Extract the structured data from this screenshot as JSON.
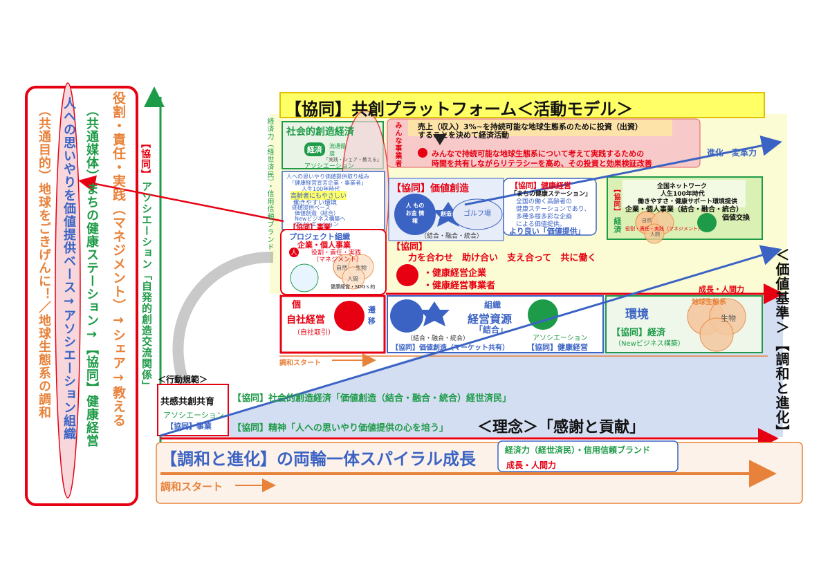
{
  "colors": {
    "red": "#e60012",
    "green": "#1e9b48",
    "blue": "#3b63c4",
    "orange": "#e8823a",
    "yellow": "#ffff66",
    "navy": "#1b2a6b"
  },
  "left_panel": {
    "col1": "（共通目的）地球をごきげんに！／地球生態系の調和",
    "col2": "人への思いやりを価値提供ベース→アソシエーション組織",
    "col3": "（共通媒体）まちの健康ステーション→【協同】健康経営",
    "col4": "役割・責任・実践（マネジメント）→シェア→教える"
  },
  "vertical_axis": {
    "label_a": "【協同】",
    "label_b": "アソシエーション「自発的創造交流関係」"
  },
  "title": "【協同】共創プラットフォーム＜活動モデル＞",
  "side_label": "経済力（経世済民）・信用信頼ブランド",
  "top_section": {
    "social_economy": "社会的創造経済",
    "keizai_star": "経済",
    "circulation": "流通循環",
    "share_teach": "「実践・シェア・教える」",
    "association": "アソシエーション",
    "everyone_label": "みんな事業者",
    "sales_line1": "売上（収入）3%~を持続可能な地球生態系のために投資（出資）",
    "sales_line2": "することを決めて経済活動",
    "everyone_line1": "みんなで持続可能な地球生態系について考えて実践するための",
    "everyone_line2": "時間を共有しながらリテラシーを高め、その投資と効果検証改善"
  },
  "mid_section": {
    "project_line1": "人への思いやり価値提供取り組み",
    "project_line2": "「健康経営宣言企業・事業者」",
    "project_line3": "人生100年時代",
    "project_line4": "高齢者にもやさしい",
    "project_line5": "働きやすい環境",
    "project_line6": "価値提供ベース",
    "project_line7": "価値創造（結合）",
    "project_line8": "Newビジネス構築へ",
    "project_line9": "アソシエーション",
    "project_tag": "【協同】事業",
    "value_creation": "【協同】価値創造",
    "hito_circle": "人 もの お金 情報",
    "souzou": "創造",
    "golf": "ゴルフ場",
    "musubi": "（結合・融合・統合）",
    "health_title": "【協同】健康経営",
    "station_quote": "「まちの健康ステーション」",
    "health_line1": "全国の働く高齢者の",
    "health_line2": "健康ステーションであり、",
    "health_line3": "多種多様多彩な企画",
    "health_line4": "による価値提供。",
    "better_value": "より良い「価値提供」",
    "progress_label": "進化・変革力",
    "network_line1": "全国ネットワーク",
    "network_line2": "人生100年時代",
    "network_line3": "働きやすさ・健康サポート環境提供",
    "kyodo_vert": "【協同】",
    "keizai_vert": "経済",
    "company_biz": "企業・個人事業（結合・融合・統合）",
    "value_exchange": "価値交換",
    "mgmt_small": "役割・責任・実践（マネジメント）",
    "jinkan": "人間",
    "shizen": "自然"
  },
  "org_section": {
    "project_org": "プロジェクト組織",
    "company_indiv": "企業・個人事業",
    "role_line": "役割・責任・実践",
    "mgmt": "（マネジメント）",
    "hito": "人",
    "sdgs": "健康経営・SDGｓ的",
    "shizen": "自然",
    "seibutsu": "生物",
    "jinkan": "人間",
    "cooperate_title": "【協同】",
    "cooperate_text": "力を合わせ　助け合い　支え合って　共に働く",
    "health_corp": "・健康経営企業",
    "health_biz": "・健康経営事業者",
    "growth_label": "成長・人間力"
  },
  "bottom_section": {
    "ko": "個",
    "self_mgmt": "自社経営",
    "self_trade": "（自社取引）",
    "transition": "遷移",
    "soshiki": "組織",
    "resources": "経営資源",
    "ketsugo": "「結合」",
    "musubi": "（結合・融合・統合）",
    "market_line": "【協同】価値創造（マーケット共有）",
    "association": "アソシエーション",
    "health_mgmt": "【協同】健康経営",
    "kankyo": "環境",
    "eco_system": "地球生態系",
    "kyodo_keizai": "【協同】経済",
    "new_biz": "（Newビジネス構築）",
    "seibutsu": "生物",
    "harmony_start": "調和スタート"
  },
  "behavior": {
    "norm_title": "＜行動規範＞",
    "norm_main": "共感共創共育",
    "norm_assoc": "アソシエーション",
    "norm_biz": "【協同】事業"
  },
  "principles": {
    "social_line": "【協同】社会的創造経済「価値創造（結合・融合・統合）経世済民」",
    "spirit_line": "【協同】精神「人への思いやり価値提供の心を培う」",
    "philosophy": "＜理念＞「感謝と貢献」"
  },
  "right_labels": {
    "value_std": "＜価値基準＞",
    "harmony": "【調和と進化】"
  },
  "footer": {
    "spiral_title": "【調和と進化】の両輪一体スパイラル成長",
    "economy_line": "経済力（経世済民）・信用信頼ブランド",
    "growth_line": "成長・人間力",
    "harmony_start": "調和スタート"
  }
}
